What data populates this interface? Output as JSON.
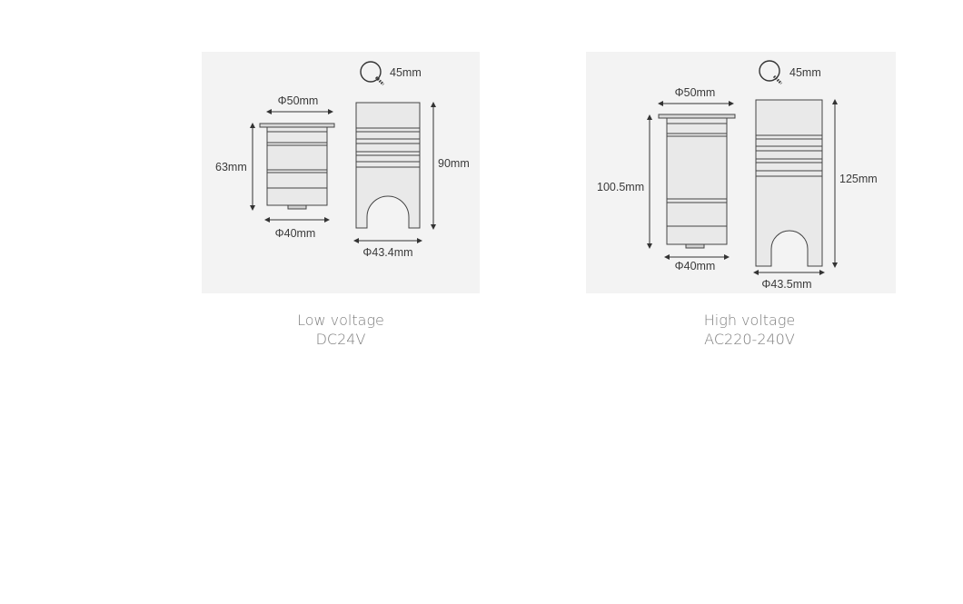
{
  "products": [
    {
      "dimensions": {
        "angle": "45mm",
        "top_diameter": "Φ50mm",
        "height_body": "63mm",
        "bottom_diameter": "Φ40mm",
        "height_sleeve": "90mm",
        "sleeve_diameter": "Φ43.4mm"
      },
      "caption": {
        "line1": "Low voltage",
        "line2": "DC24V"
      }
    },
    {
      "dimensions": {
        "angle": "45mm",
        "top_diameter": "Φ50mm",
        "height_body": "100.5mm",
        "bottom_diameter": "Φ40mm",
        "height_sleeve": "125mm",
        "sleeve_diameter": "Φ43.5mm"
      },
      "caption": {
        "line1": "High voltage",
        "line2": "AC220-240V"
      }
    }
  ]
}
